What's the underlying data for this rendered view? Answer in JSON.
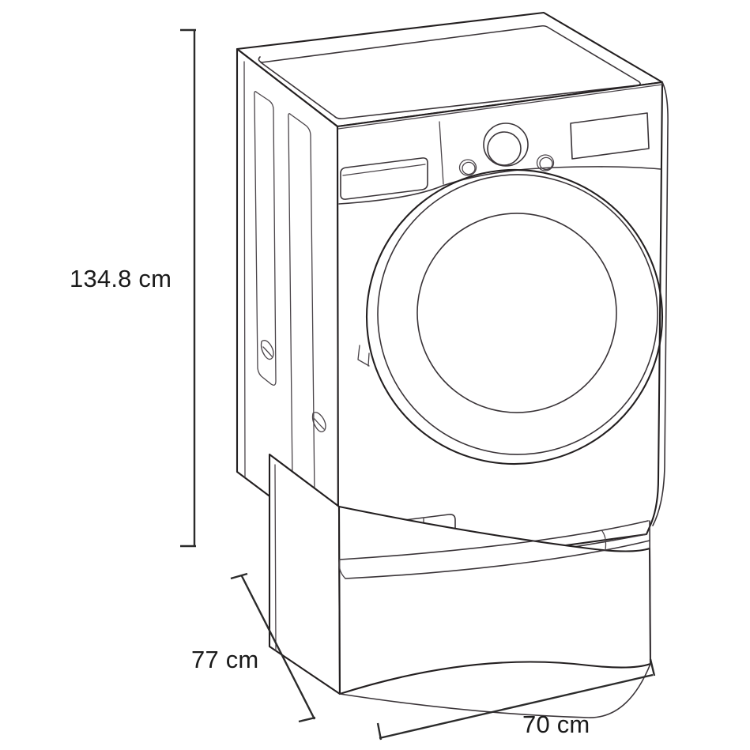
{
  "drawing": {
    "subject": "front-load washing machine on pedestal drawer",
    "view": "three-quarter perspective line drawing",
    "background_color": "#ffffff",
    "line_color": "#231f20",
    "text_color": "#1a1a1a"
  },
  "dimensions": {
    "height": {
      "value": "134.8 cm",
      "axis": "vertical",
      "position": "left"
    },
    "depth": {
      "value": "77 cm",
      "axis": "diagonal-depth",
      "position": "lower-left"
    },
    "width": {
      "value": "70 cm",
      "axis": "horizontal-front",
      "position": "bottom-right"
    }
  },
  "appliance": {
    "parts": [
      {
        "name": "top-panel",
        "label": "Top panel with recessed inset"
      },
      {
        "name": "left-side-panel",
        "label": "Left side panel with vertical grooves"
      },
      {
        "name": "control-panel",
        "label": "Control panel"
      },
      {
        "name": "detergent-drawer",
        "label": "Detergent dispenser drawer"
      },
      {
        "name": "control-dial",
        "label": "Program selector dial"
      },
      {
        "name": "button-left",
        "label": "Left control button"
      },
      {
        "name": "button-right",
        "label": "Right control button"
      },
      {
        "name": "display-screen",
        "label": "Display screen"
      },
      {
        "name": "door",
        "label": "Circular porthole door"
      },
      {
        "name": "filter-access-panel",
        "label": "Pump filter access panel"
      },
      {
        "name": "pedestal",
        "label": "Pedestal storage drawer"
      },
      {
        "name": "pedestal-handle",
        "label": "Pedestal drawer handle"
      }
    ]
  }
}
